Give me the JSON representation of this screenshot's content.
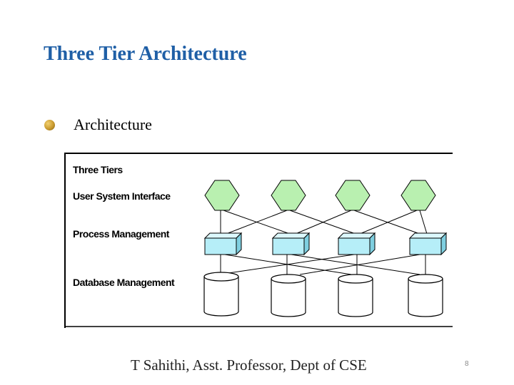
{
  "slide": {
    "title": "Three Tier Architecture",
    "bullet": "Architecture",
    "footer": "T Sahithi, Asst. Professor, Dept of CSE",
    "page_number": "8"
  },
  "diagram": {
    "heading": "Three Tiers",
    "tiers": {
      "user": "User System Interface",
      "process": "Process Management",
      "database": "Database Management"
    },
    "colors": {
      "hexagon_fill": "#b9f0b0",
      "box_fill": "#b6eef8",
      "cylinder_fill": "#ffffff",
      "stroke": "#000000",
      "title": "#1f5fa6"
    },
    "columns": 4
  }
}
